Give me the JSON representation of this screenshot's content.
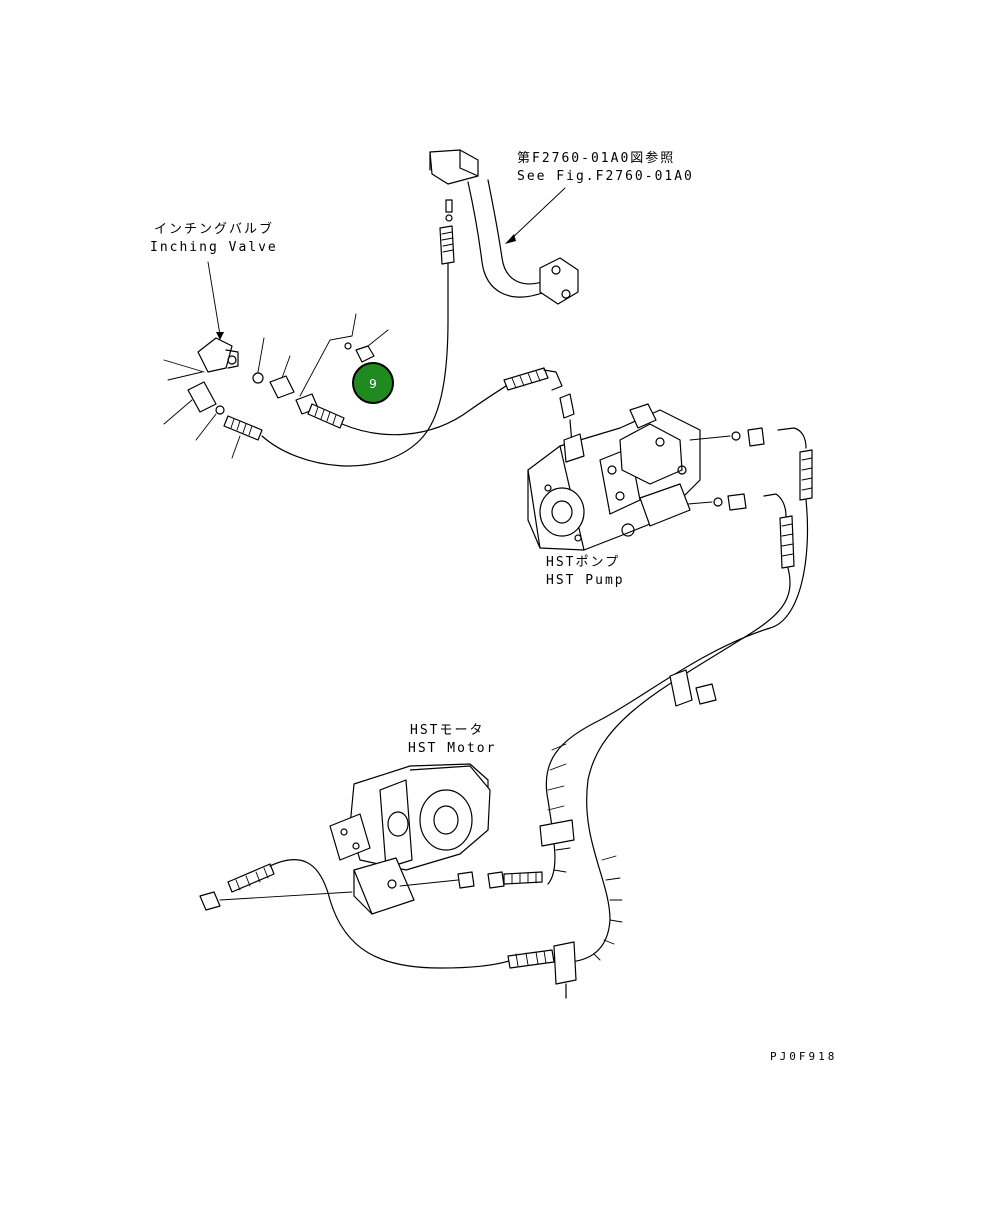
{
  "labels": {
    "see_fig_jp": "第F2760-01A0図参照",
    "see_fig_en": "See Fig.F2760-01A0",
    "inching_valve_jp": "インチングバルブ",
    "inching_valve_en": "Inching Valve",
    "hst_pump_jp": "HSTポンプ",
    "hst_pump_en": "HST Pump",
    "hst_motor_jp": "HSTモータ",
    "hst_motor_en": "HST Motor"
  },
  "callout": {
    "number": "9",
    "color": "#1f8a1f"
  },
  "drawing_code": "PJ0F918"
}
